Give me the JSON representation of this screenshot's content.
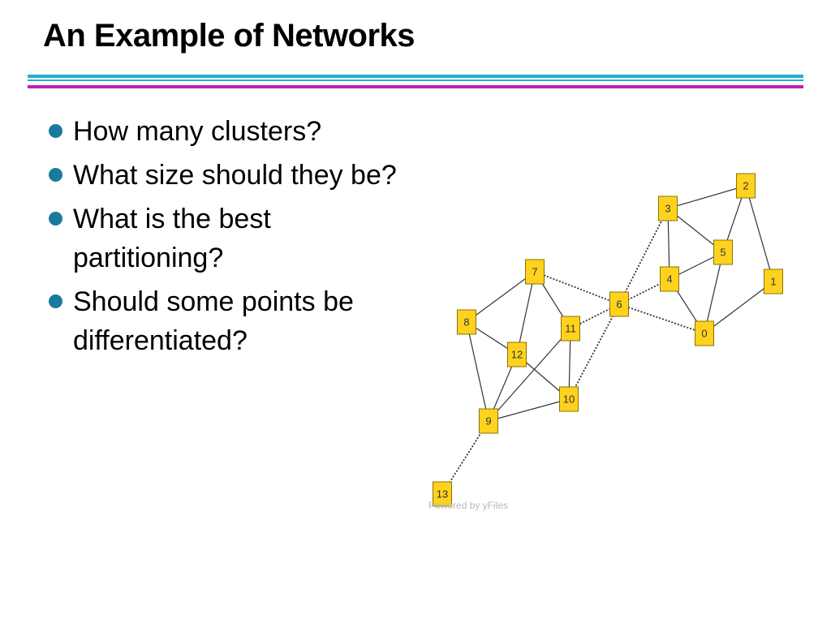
{
  "slide": {
    "title": "An Example of Networks",
    "accent_colors": {
      "cyan": "#1fb0c8",
      "magenta": "#c020b0",
      "bullet": "#1a7a9e"
    }
  },
  "bullets": [
    {
      "text": "How many clusters?"
    },
    {
      "text": "What size should they be?"
    },
    {
      "text": "What is the best partitioning?"
    },
    {
      "text": "Should some points be differentiated?"
    }
  ],
  "network": {
    "node_color": "#ffd21f",
    "nodes": [
      "0",
      "1",
      "2",
      "3",
      "4",
      "5",
      "6",
      "7",
      "8",
      "9",
      "10",
      "11",
      "12",
      "13"
    ],
    "edges_solid": [
      [
        "2",
        "3"
      ],
      [
        "2",
        "5"
      ],
      [
        "2",
        "1"
      ],
      [
        "3",
        "4"
      ],
      [
        "3",
        "5"
      ],
      [
        "5",
        "4"
      ],
      [
        "5",
        "0"
      ],
      [
        "1",
        "0"
      ],
      [
        "4",
        "0"
      ],
      [
        "7",
        "8"
      ],
      [
        "7",
        "12"
      ],
      [
        "7",
        "11"
      ],
      [
        "8",
        "12"
      ],
      [
        "8",
        "9"
      ],
      [
        "12",
        "9"
      ],
      [
        "12",
        "10"
      ],
      [
        "11",
        "9"
      ],
      [
        "11",
        "10"
      ],
      [
        "10",
        "9"
      ]
    ],
    "edges_dotted": [
      [
        "7",
        "6"
      ],
      [
        "6",
        "3"
      ],
      [
        "6",
        "4"
      ],
      [
        "6",
        "0"
      ],
      [
        "6",
        "11"
      ],
      [
        "6",
        "10"
      ],
      [
        "9",
        "13"
      ]
    ],
    "watermark": "Powered by yFiles"
  }
}
